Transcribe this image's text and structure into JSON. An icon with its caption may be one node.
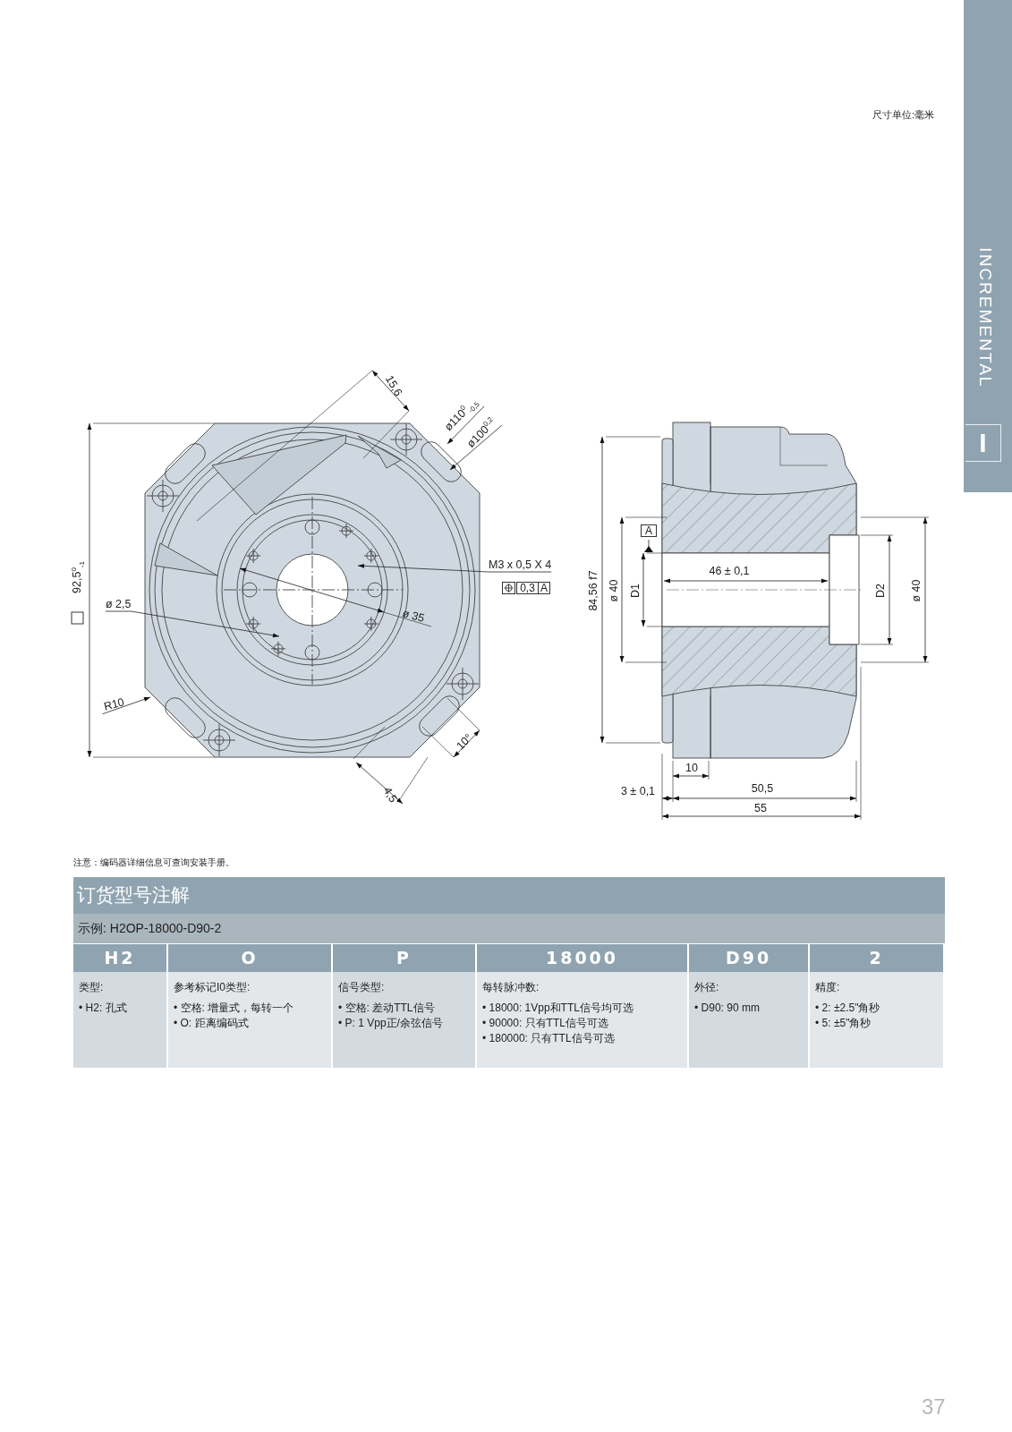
{
  "diagram": {
    "nodes": [
      {
        "text": [
          "M3 x 0,5 X 4"
        ]
      },
      {
        "text": [
          "ø 2,5"
        ]
      },
      {
        "text": [
          "R10"
        ]
      }
    ],
    "edges": [
      {
        "from": 0,
        "to": null,
        "arrow": "to"
      },
      {
        "from": 1,
        "to": null,
        "arrow": "to"
      },
      {
        "from": 2,
        "to": null,
        "arrow": "to"
      }
    ],
    "labels": [
      "尺寸单位:毫米",
      "INCREMENTAL",
      "I",
      "15,6",
      "ø110$^{0}$$_{-0,5}$",
      "ø100$^{0,2}$",
      "92,5$^{0}$$_{-1}$",
      "ø 35",
      "0,3",
      "A",
      "10°",
      "4,5",
      "84,56 f7",
      "ø 40",
      "D1",
      "A",
      "46 ± 0,1",
      "D2",
      "ø 40",
      "10",
      "3 ± 0,1",
      "50,5",
      "55",
      "注意：编码器详细信息可查询安装手册。",
      "订货型号注解",
      "示例:  H2OP-18000-D90-2",
      "H2",
      "O",
      "P",
      "18000",
      "D90",
      "2",
      "类型:",
      "• H2: 孔式",
      "参考标记I0类型:",
      "• 空格: 增量式，每转一个",
      "• O: 距离编码式",
      "信号类型:",
      "• 空格: 差动TTL信号",
      "• P: 1 Vpp正/余弦信号",
      "每转脉冲数:",
      "• 18000: 1Vpp和TTL信号均可选",
      "• 90000: 只有TTL信号可选",
      "• 180000: 只有TTL信号可选",
      "外径:",
      "• D90: 90 mm",
      "精度:",
      "• 2: ±2.5\"角秒",
      "• 5: ±5\"角秒",
      "37"
    ]
  }
}
